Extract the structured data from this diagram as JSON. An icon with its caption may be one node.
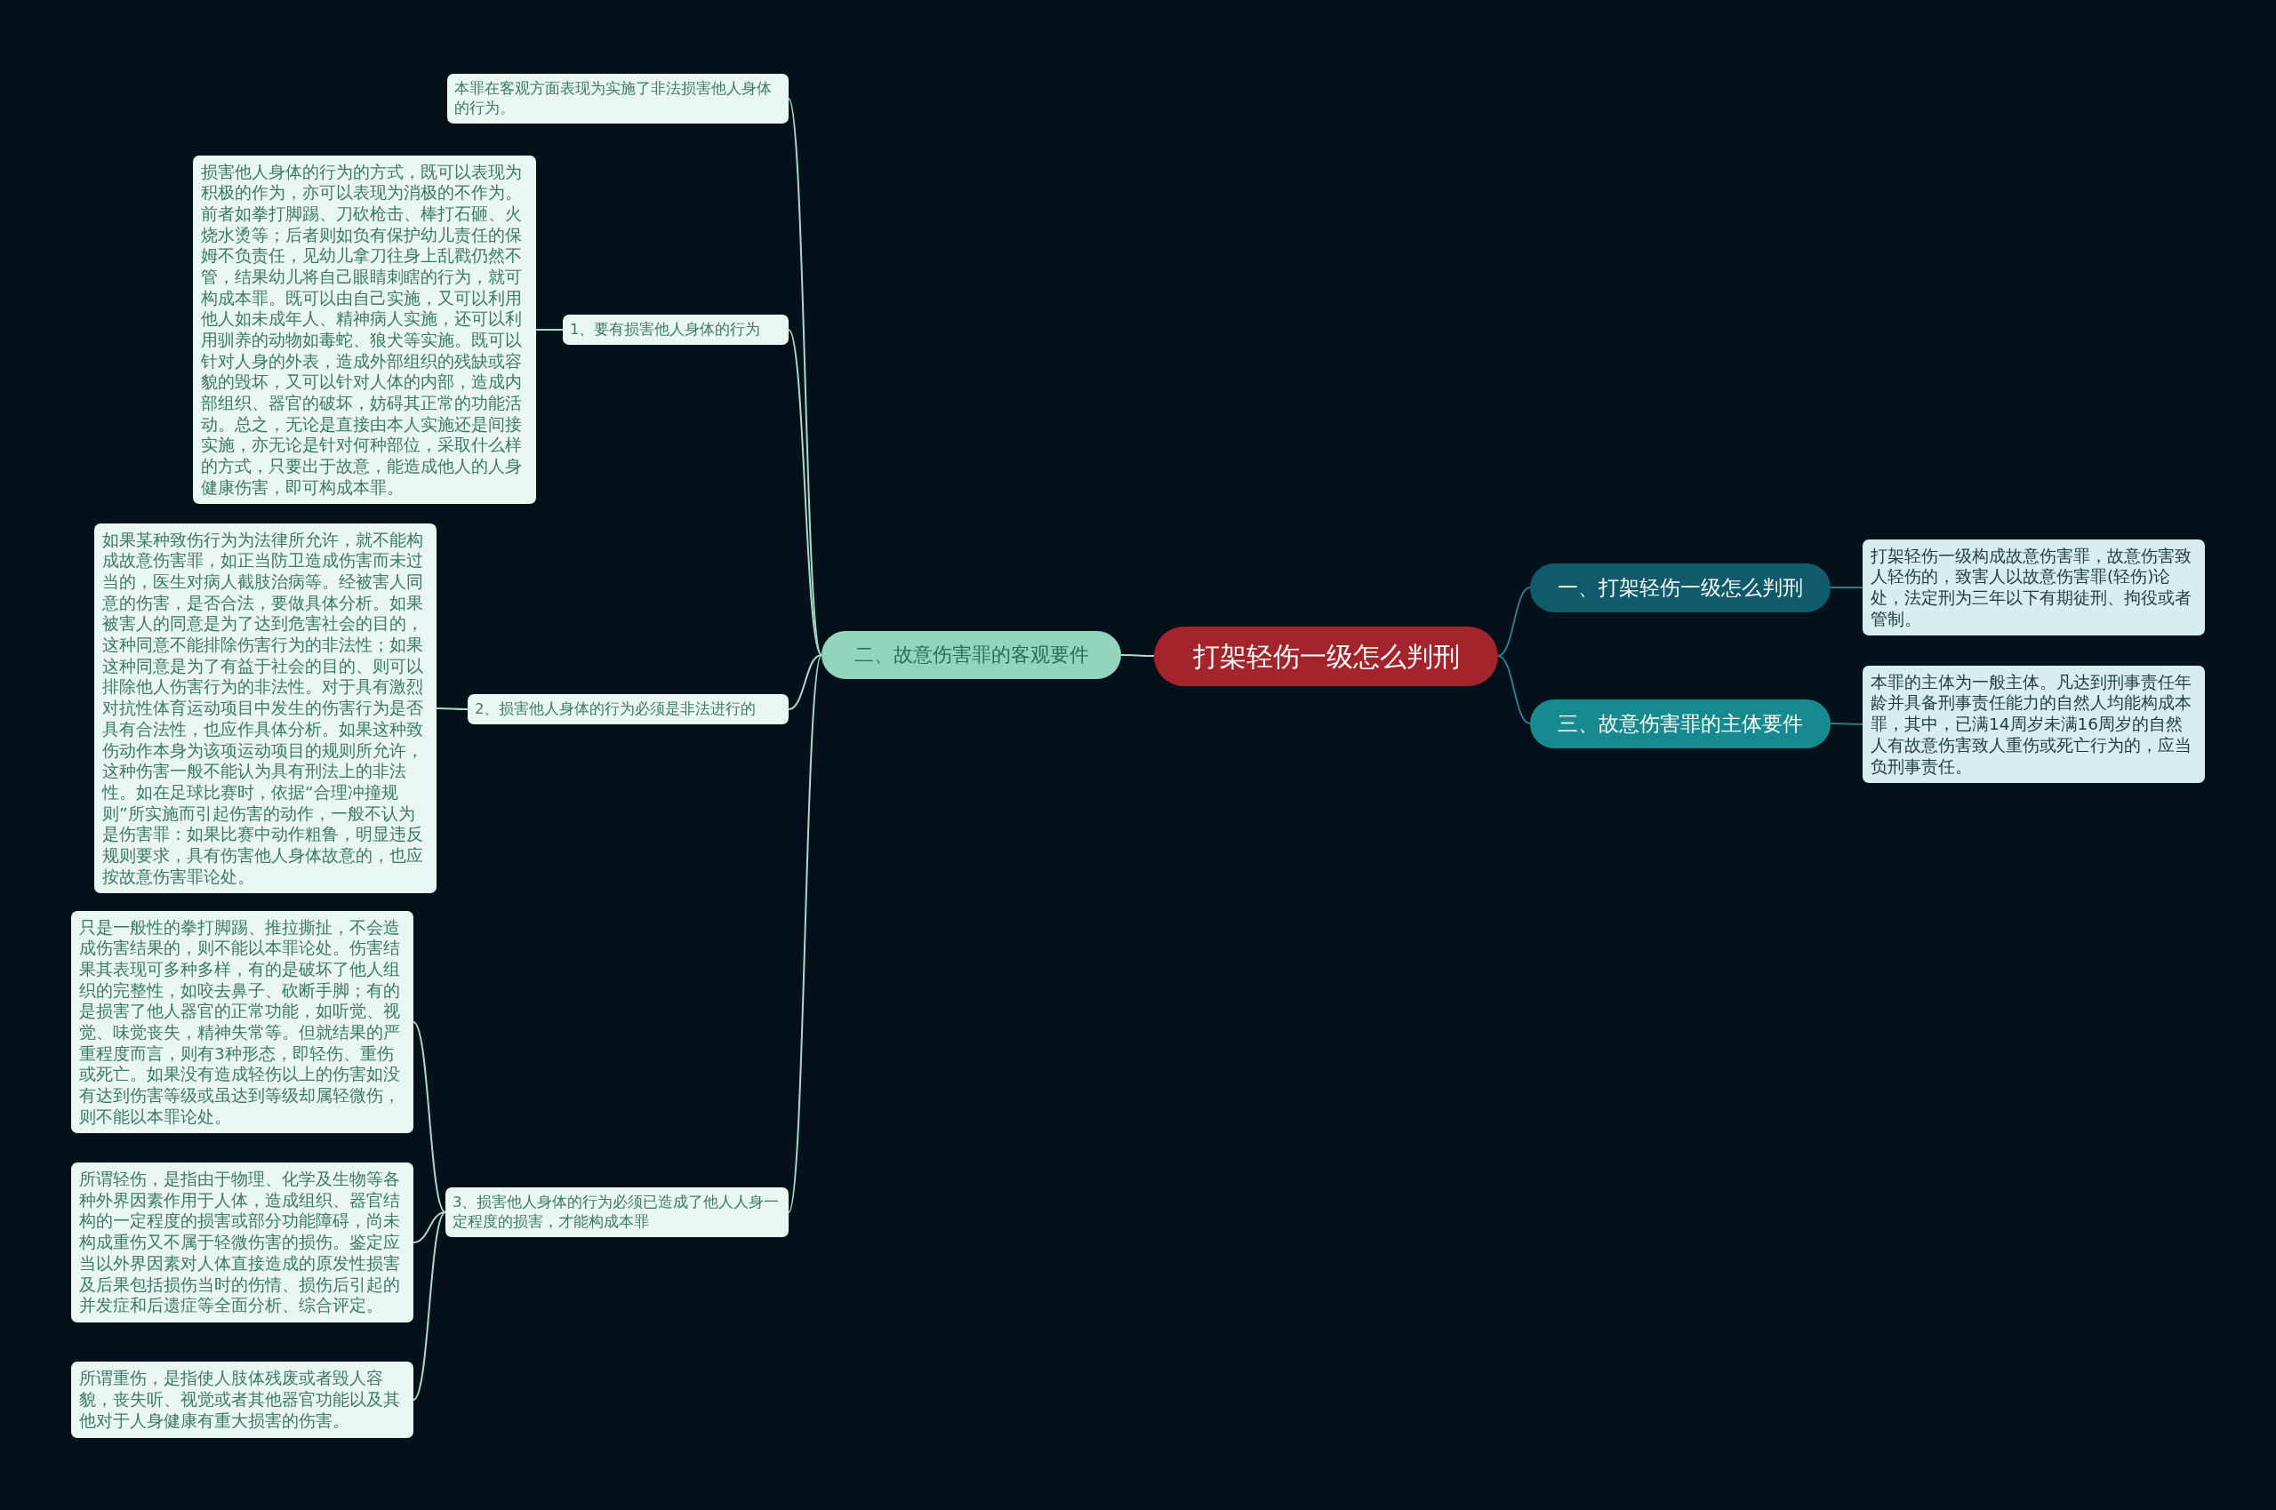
{
  "diagram": {
    "nodes": [
      {
        "text": [
          "打架轻伤一级怎么判刑"
        ]
      },
      {
        "text": [
          "一、打架轻伤一级怎么判刑"
        ]
      },
      {
        "text": [
          "打架轻伤一级构成故意伤害罪，故意伤害致人轻伤的，致害人以故意伤害罪(轻伤)论处，法定刑为三年以下有期徒刑、拘役或者管制。"
        ]
      },
      {
        "text": [
          "三、故意伤害罪的主体要件"
        ]
      },
      {
        "text": [
          "本罪的主体为一般主体。凡达到刑事责任年龄并具备刑事责任能力的自然人均能构成本罪，其中，已满14周岁未满16周岁的自然人有故意伤害致人重伤或死亡行为的，应当负刑事责任。"
        ]
      },
      {
        "text": [
          "二、故意伤害罪的客观要件"
        ]
      },
      {
        "text": [
          "本罪在客观方面表现为实施了非法损害他人身体的行为。"
        ]
      },
      {
        "text": [
          "1、要有损害他人身体的行为"
        ]
      },
      {
        "text": [
          "损害他人身体的行为的方式，既可以表现为积极的作为，亦可以表现为消极的不作为。前者如拳打脚踢、刀砍枪击、棒打石砸、火烧水烫等；后者则如负有保护幼儿责任的保姆不负责任，见幼儿拿刀往身上乱戳仍然不管，结果幼儿将自己眼睛刺瞎的行为，就可构成本罪。既可以由自己实施，又可以利用他人如未成年人、精神病人实施，还可以利用驯养的动物如毒蛇、狼犬等实施。既可以针对人身的外表，造成外部组织的残缺或容貌的毁坏，又可以针对人体的内部，造成内部组织、器官的破坏，妨碍其正常的功能活动。总之，无论是直接由本人实施还是间接实施，亦无论是针对何种部位，采取什么样的方式，只要出于故意，能造成他人的人身健康伤害，即可构成本罪。"
        ]
      },
      {
        "text": [
          "2、损害他人身体的行为必须是非法进行的"
        ]
      },
      {
        "text": [
          "如果某种致伤行为为法律所允许，就不能构成故意伤害罪，如正当防卫造成伤害而未过当的，医生对病人截肢治病等。经被害人同意的伤害，是否合法，要做具体分析。如果被害人的同意是为了达到危害社会的目的，这种同意不能排除伤害行为的非法性；如果这种同意是为了有益于社会的目的、则可以排除他人伤害行为的非法性。对于具有激烈对抗性体育运动项目中发生的伤害行为是否具有合法性，也应作具体分析。如果这种致伤动作本身为该项运动项目的规则所允许，这种伤害一般不能认为具有刑法上的非法性。如在足球比赛时，依据“合理冲撞规则”所实施而引起伤害的动作，一般不认为是伤害罪：如果比赛中动作粗鲁，明显违反规则要求，具有伤害他人身体故意的，也应按故意伤害罪论处。"
        ]
      },
      {
        "text": [
          "3、损害他人身体的行为必须已造成了他人人身一定程度的损害，才能构成本罪"
        ]
      },
      {
        "text": [
          "只是一般性的拳打脚踢、推拉撕扯，不会造成伤害结果的，则不能以本罪论处。伤害结果其表现可多种多样，有的是破坏了他人组织的完整性，如咬去鼻子、砍断手脚；有的是损害了他人器官的正常功能，如听觉、视觉、味觉丧失，精神失常等。但就结果的严重程度而言，则有3种形态，即轻伤、重伤或死亡。如果没有造成轻伤以上的伤害如没有达到伤害等级或虽达到等级却属轻微伤，则不能以本罪论处。"
        ]
      },
      {
        "text": [
          "所谓轻伤，是指由于物理、化学及生物等各种外界因素作用于人体，造成组织、器官结构的一定程度的损害或部分功能障碍，尚未构成重伤又不属于轻微伤害的损伤。鉴定应当以外界因素对人体直接造成的原发性损害及后果包括损伤当时的伤情、损伤后引起的并发症和后遗症等全面分析、综合评定。"
        ]
      },
      {
        "text": [
          "所谓重伤，是指使人肢体残废或者毁人容貌，丧失听、视觉或者其他器官功能以及其他对于人身健康有重大损害的伤害。"
        ]
      }
    ],
    "edges": [
      {
        "from": 0,
        "to": 1,
        "arrow": "none",
        "color": "#2a7c87"
      },
      {
        "from": 1,
        "to": 2,
        "arrow": "none",
        "color": "#2a7c87"
      },
      {
        "from": 0,
        "to": 3,
        "arrow": "none",
        "color": "#2a7c87"
      },
      {
        "from": 3,
        "to": 4,
        "arrow": "none",
        "color": "#2a7c87"
      },
      {
        "from": 0,
        "to": 5,
        "arrow": "none"
      },
      {
        "from": 5,
        "to": 6,
        "arrow": "none"
      },
      {
        "from": 5,
        "to": 7,
        "arrow": "none"
      },
      {
        "from": 7,
        "to": 8,
        "arrow": "none"
      },
      {
        "from": 5,
        "to": 9,
        "arrow": "none"
      },
      {
        "from": 9,
        "to": 10,
        "arrow": "none"
      },
      {
        "from": 5,
        "to": 11,
        "arrow": "none"
      },
      {
        "from": 11,
        "to": 12,
        "arrow": "none"
      },
      {
        "from": 11,
        "to": 13,
        "arrow": "none"
      },
      {
        "from": 11,
        "to": 14,
        "arrow": "none"
      }
    ]
  }
}
